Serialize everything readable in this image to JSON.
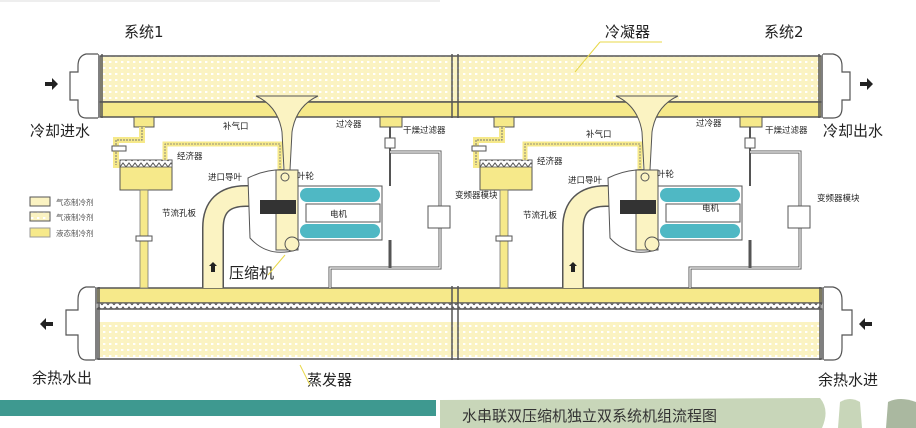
{
  "title": "水串联双压缩机独立双系统机组流程图",
  "labels": {
    "system1": "系统1",
    "system2": "系统2",
    "condenser": "冷凝器",
    "evaporator": "蒸发器",
    "cooling_water_in": "冷却进水",
    "cooling_water_out": "冷却出水",
    "waste_heat_water_out": "余热水出",
    "waste_heat_water_in": "余热水进",
    "compressor": "压缩机"
  },
  "components": {
    "economizer": "经济器",
    "make_up_port": "补气口",
    "inlet_guide_vane": "进口导叶",
    "impeller": "叶轮",
    "subcooler": "过冷器",
    "dry_filter": "干燥过滤器",
    "motor": "电机",
    "inverter_module": "变频器模块",
    "orifice_plate": "节流孔板"
  },
  "legend": [
    {
      "label": "气态制冷剂",
      "pattern": "gas",
      "color": "#fbf3c2"
    },
    {
      "label": "气液制冷剂",
      "pattern": "two-phase",
      "color": "#f8ec9a"
    },
    {
      "label": "液态制冷剂",
      "pattern": "liquid",
      "color": "#f6e98a"
    }
  ],
  "colors": {
    "refrigerant_gas": "#fbf3c2",
    "refrigerant_liquid": "#f6e98a",
    "motor_winding": "#4fb8c4",
    "title_bar": "#3e9990",
    "outline": "#555555"
  }
}
